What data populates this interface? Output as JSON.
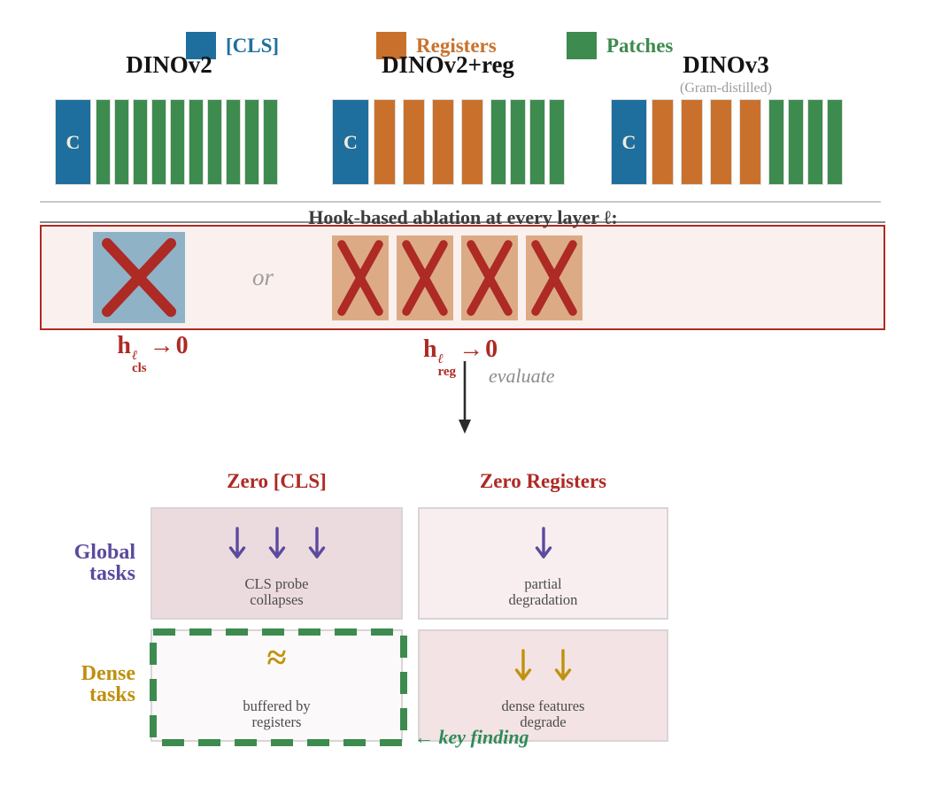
{
  "legend": {
    "items": [
      {
        "label": "[CLS]",
        "color": "#1f6f9e"
      },
      {
        "label": "Registers",
        "color": "#c9712c"
      },
      {
        "label": "Patches",
        "color": "#3d8b4e"
      }
    ]
  },
  "models": [
    {
      "name": "DINOv2",
      "subtitle": "",
      "cls_label": "C",
      "registers": 0,
      "patches": 10
    },
    {
      "name": "DINOv2+reg",
      "subtitle": "",
      "cls_label": "C",
      "registers": 4,
      "patches": 4
    },
    {
      "name": "DINOv3",
      "subtitle": "(Gram-distilled)",
      "cls_label": "C",
      "registers": 4,
      "patches": 4
    }
  ],
  "ablation": {
    "heading": "Hook-based ablation at every layer ℓ:",
    "or_label": "or",
    "crossed_cls_count": 1,
    "crossed_registers_count": 4,
    "formulas": [
      {
        "base": "h",
        "sup": "ℓ",
        "sub": "cls",
        "arrow": "→",
        "zero": "0"
      },
      {
        "base": "h",
        "sup": "ℓ",
        "sub": "reg",
        "arrow": "→",
        "zero": "0"
      }
    ],
    "evaluate_label": "evaluate"
  },
  "results": {
    "columns": [
      "Zero [CLS]",
      "Zero Registers"
    ],
    "rows": [
      [
        "Global",
        "tasks"
      ],
      [
        "Dense",
        "tasks"
      ]
    ],
    "cells": [
      {
        "row": "Global tasks",
        "column": "Zero [CLS]",
        "arrows": 3,
        "arrow_color": "#5b4a9e",
        "caption": [
          "CLS probe",
          "collapses"
        ]
      },
      {
        "row": "Global tasks",
        "column": "Zero Registers",
        "arrows": 1,
        "arrow_color": "#5b4a9e",
        "caption": [
          "partial",
          "degradation"
        ]
      },
      {
        "row": "Dense tasks",
        "column": "Zero [CLS]",
        "arrows": 0,
        "symbol": "≈",
        "symbol_color": "#c0920e",
        "caption": [
          "buffered by",
          "registers"
        ],
        "highlighted": true
      },
      {
        "row": "Dense tasks",
        "column": "Zero Registers",
        "arrows": 2,
        "arrow_color": "#c0920e",
        "caption": [
          "dense features",
          "degrade"
        ]
      }
    ],
    "key_finding": "← key finding"
  },
  "colors": {
    "cls_blue": "#1f6f9e",
    "register_orange": "#c9712c",
    "patch_green": "#3d8b4e",
    "ablation_red": "#ae2a24",
    "box_fill": "#faf0ee",
    "muted_cls_blue": "#8fb2c7",
    "muted_register_orange": "#dcab86",
    "global_purple": "#5b4a9e",
    "dense_gold": "#bf9010",
    "key_finding_green": "#2e8b57",
    "highlight_border_green": "#3d8b4e"
  }
}
